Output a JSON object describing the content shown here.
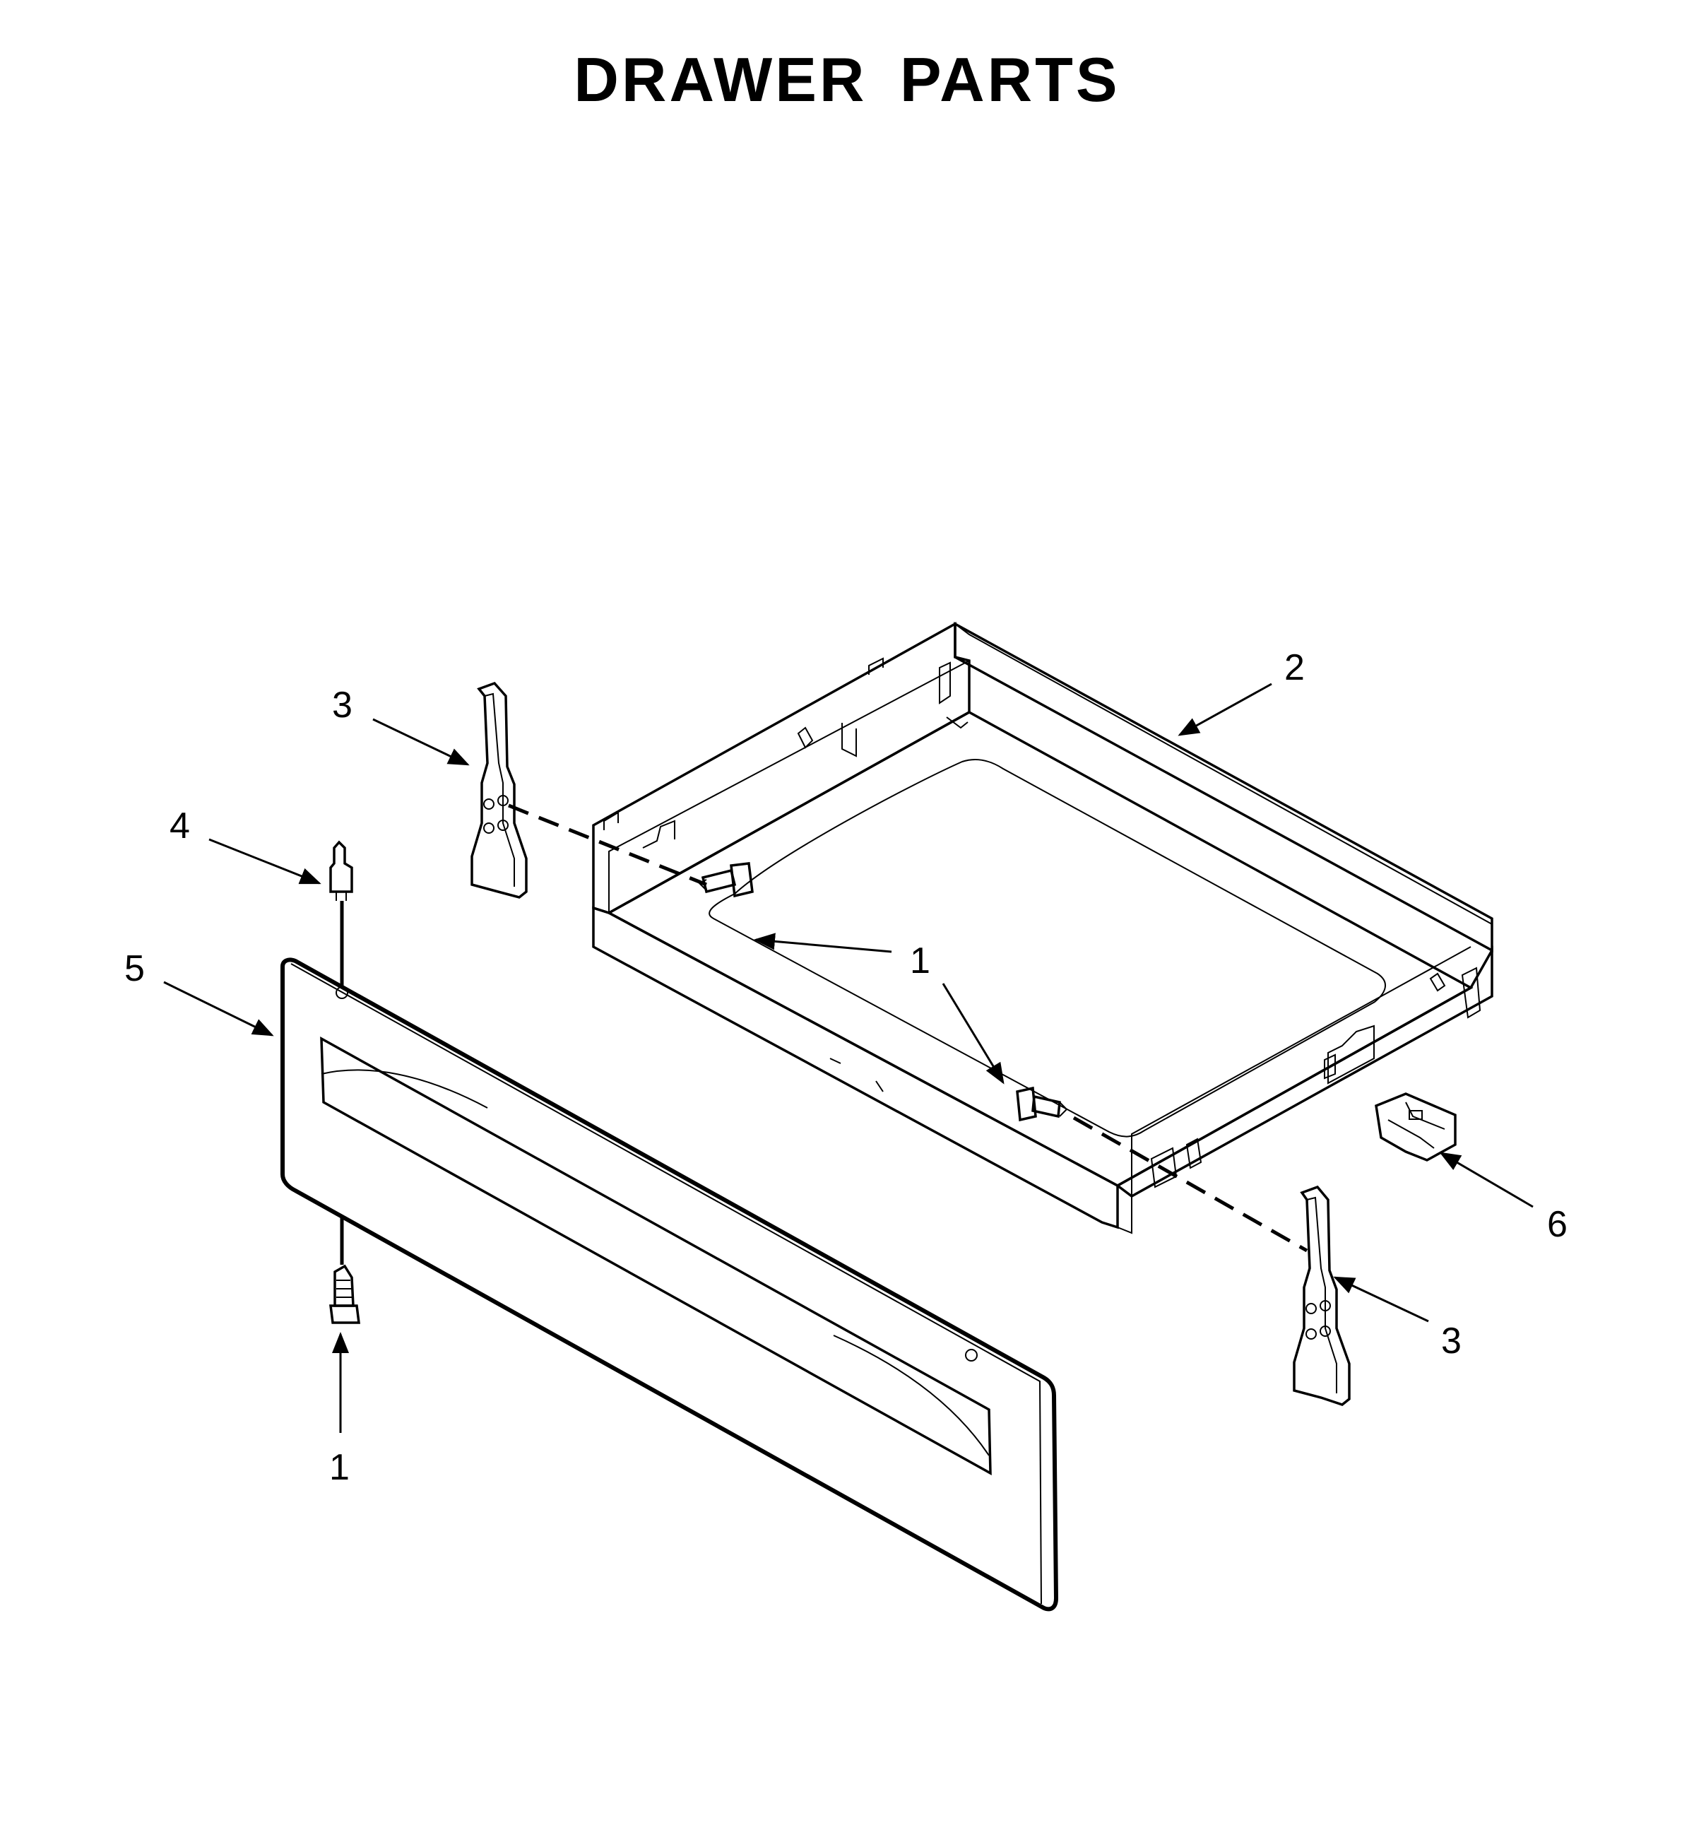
{
  "title": "DRAWER PARTS",
  "callouts": {
    "c1_left_screw": "1",
    "c1_center_screw": "1",
    "c1_bottom_screw": "1",
    "c2_drawer_body": "2",
    "c3_left_slide": "3",
    "c3_right_slide": "3",
    "c4_clip": "4",
    "c5_drawer_front": "5",
    "c6_bracket": "6"
  },
  "colors": {
    "line": "#000000",
    "background": "#ffffff",
    "fill_light": "#f2f2f2"
  }
}
